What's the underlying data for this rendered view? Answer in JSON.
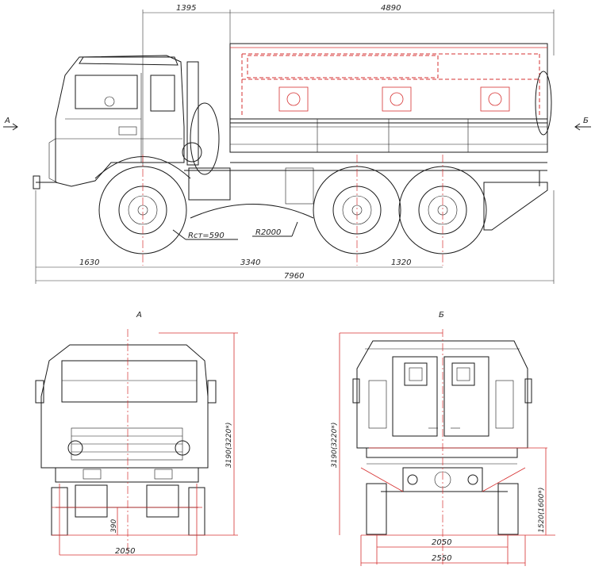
{
  "side_view": {
    "dims_top": [
      "1395",
      "4890"
    ],
    "dims_bottom": [
      "1630",
      "3340",
      "1320"
    ],
    "dim_total": "7960",
    "radius_front": "Rст=590",
    "radius_ramp": "R2000",
    "section_mark_left": "A",
    "section_mark_right": "Б"
  },
  "front_view": {
    "title": "A",
    "dim_height": "3190(3220*)",
    "dim_clearance": "390",
    "dim_track": "2050"
  },
  "rear_view": {
    "title": "Б",
    "dim_height": "3190(3220*)",
    "dim_platform": "1520(1600*)",
    "dim_track": "2050",
    "dim_width": "2550"
  },
  "colors": {
    "ink": "#1a1a1a",
    "accent": "#d63030"
  }
}
